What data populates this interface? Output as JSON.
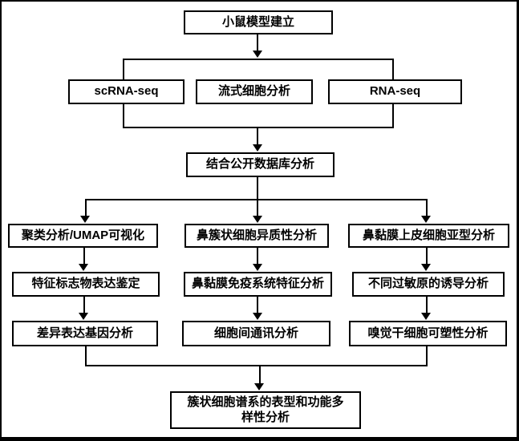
{
  "nodes": {
    "root": "小鼠模型建立",
    "methods": [
      "scRNA-seq",
      "流式细胞分析",
      "RNA-seq"
    ],
    "combine": "结合公开数据库分析",
    "columns": [
      {
        "steps": [
          "聚类分析/UMAP可视化",
          "特征标志物表达鉴定",
          "差异表达基因分析"
        ]
      },
      {
        "steps": [
          "鼻簇状细胞异质性分析",
          "鼻黏膜免疫系统特征分析",
          "细胞间通讯分析"
        ]
      },
      {
        "steps": [
          "鼻黏膜上皮细胞亚型分析",
          "不同过敏原的诱导分析",
          "嗅觉干细胞可塑性分析"
        ]
      }
    ],
    "final_line1": "簇状细胞谱系的表型和功能多",
    "final_line2": "样性分析"
  },
  "colors": {
    "line": "#000000",
    "box_border": "#000000",
    "background": "#ffffff"
  }
}
